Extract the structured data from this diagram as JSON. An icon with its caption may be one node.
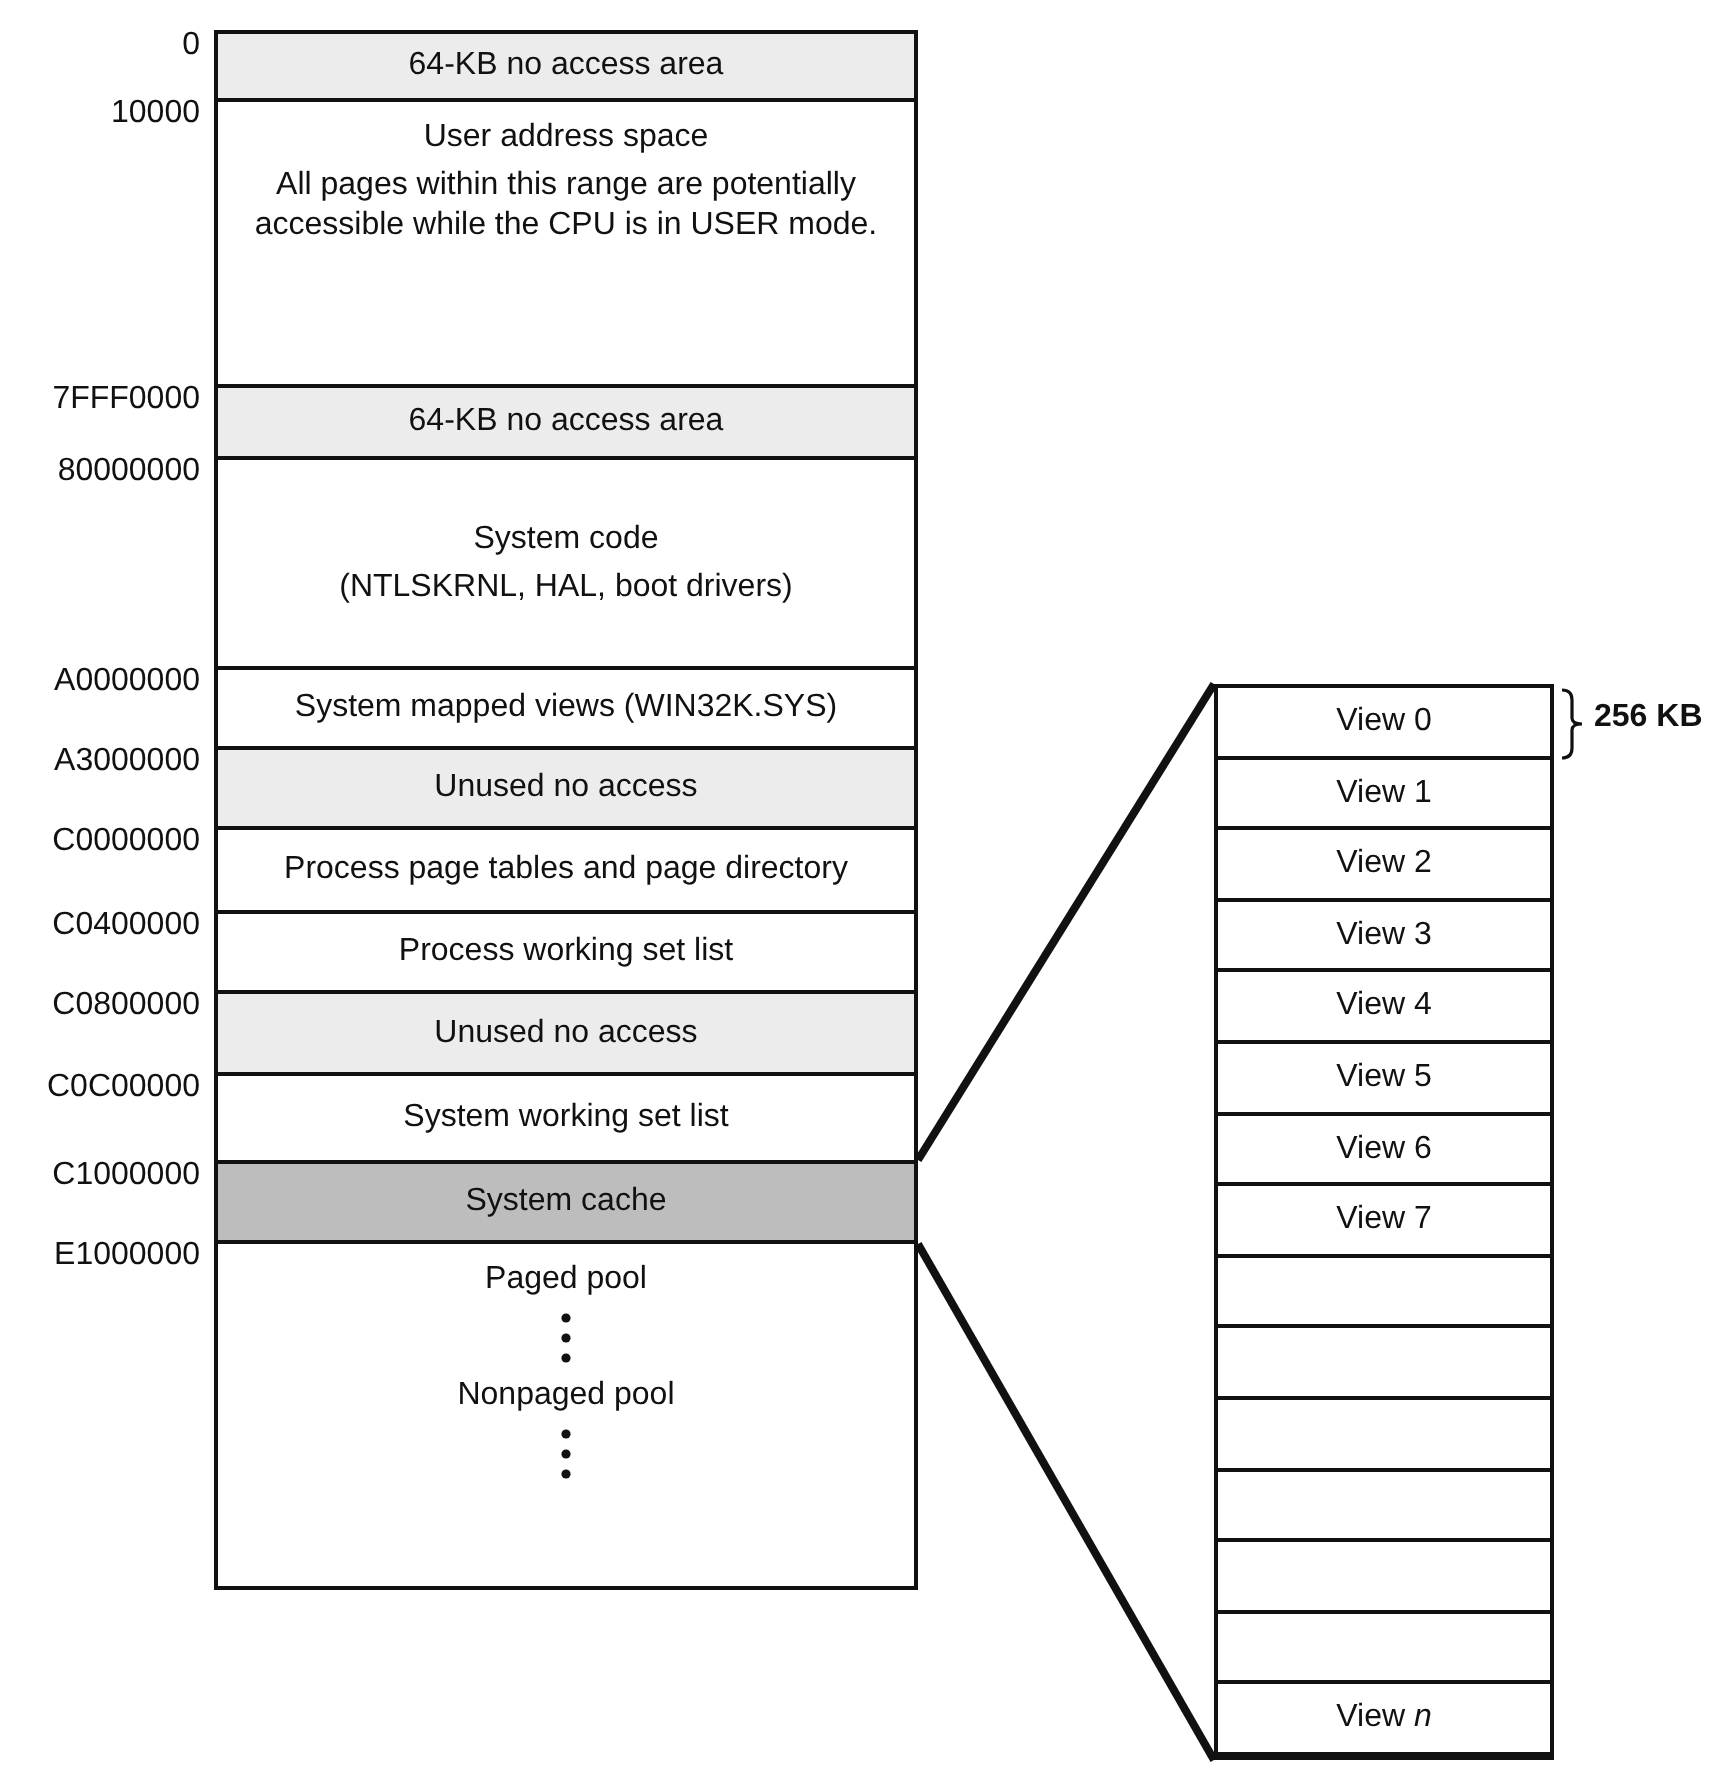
{
  "diagram": {
    "nodes": [
      {
        "text": [
          "64-KB no access area"
        ],
        "beside": [
          "0"
        ]
      },
      {
        "text": [
          "User address space",
          "All pages within this range are potentially accessible while the CPU is in USER mode."
        ],
        "beside": [
          "10000"
        ]
      },
      {
        "text": [
          "64-KB no access area"
        ],
        "beside": [
          "7FFF0000"
        ]
      },
      {
        "text": [
          "System code",
          "(NTLSKRNL, HAL, boot drivers)"
        ],
        "beside": [
          "80000000"
        ]
      },
      {
        "text": [
          "System mapped views (WIN32K.SYS)"
        ],
        "beside": [
          "A0000000"
        ]
      },
      {
        "text": [
          "Unused no access"
        ],
        "beside": [
          "A3000000"
        ]
      },
      {
        "text": [
          "Process page tables and page directory"
        ],
        "beside": [
          "C0000000"
        ]
      },
      {
        "text": [
          "Process working set list"
        ],
        "beside": [
          "C0400000"
        ]
      },
      {
        "text": [
          "Unused no access"
        ],
        "beside": [
          "C0800000"
        ]
      },
      {
        "text": [
          "System working set list"
        ],
        "beside": [
          "C0C00000"
        ]
      },
      {
        "text": [
          "System cache"
        ],
        "beside": [
          "C1000000"
        ]
      },
      {
        "text": [
          "Paged pool",
          "Nonpaged pool"
        ],
        "beside": [
          "E1000000"
        ]
      },
      {
        "text": [],
        "shape": "box"
      },
      {
        "text": [
          "View 0"
        ],
        "in": 12,
        "beside": [
          "256 KB"
        ]
      },
      {
        "text": [
          "View 1"
        ],
        "in": 12
      },
      {
        "text": [
          "View 2"
        ],
        "in": 12
      },
      {
        "text": [
          "View 3"
        ],
        "in": 12
      },
      {
        "text": [
          "View 4"
        ],
        "in": 12
      },
      {
        "text": [
          "View 5"
        ],
        "in": 12
      },
      {
        "text": [
          "View 6"
        ],
        "in": 12
      },
      {
        "text": [
          "View 7"
        ],
        "in": 12
      },
      {
        "text": [],
        "shape": "box",
        "in": 12
      },
      {
        "text": [],
        "shape": "box",
        "in": 12
      },
      {
        "text": [],
        "shape": "box",
        "in": 12
      },
      {
        "text": [],
        "shape": "box",
        "in": 12
      },
      {
        "text": [],
        "shape": "box",
        "in": 12
      },
      {
        "text": [],
        "shape": "box",
        "in": 12
      },
      {
        "text": [
          "View *n*"
        ],
        "in": 12
      }
    ],
    "edges": [
      {
        "from": 10,
        "to": 12,
        "arrow": "none"
      },
      {
        "from": 10,
        "to": 12,
        "arrow": "none"
      }
    ]
  }
}
